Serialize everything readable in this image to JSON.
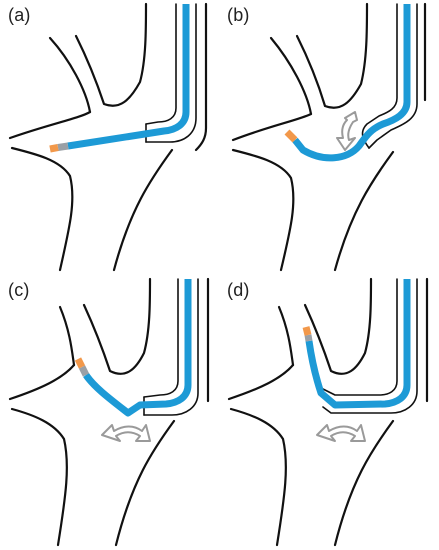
{
  "figure": {
    "panels": [
      {
        "id": "a",
        "label": "(a)"
      },
      {
        "id": "b",
        "label": "(b)"
      },
      {
        "id": "c",
        "label": "(c)"
      },
      {
        "id": "d",
        "label": "(d)"
      }
    ]
  },
  "colors": {
    "vessel_wall": "#111111",
    "catheter": "#1d9ad6",
    "tip_marker": "#f2984a",
    "tip_segment": "#9aa0a6",
    "rotation_arrow": "#9a9a9a"
  },
  "icons": {
    "rotation_arrow": "curved-rotation-arrow-icon"
  }
}
